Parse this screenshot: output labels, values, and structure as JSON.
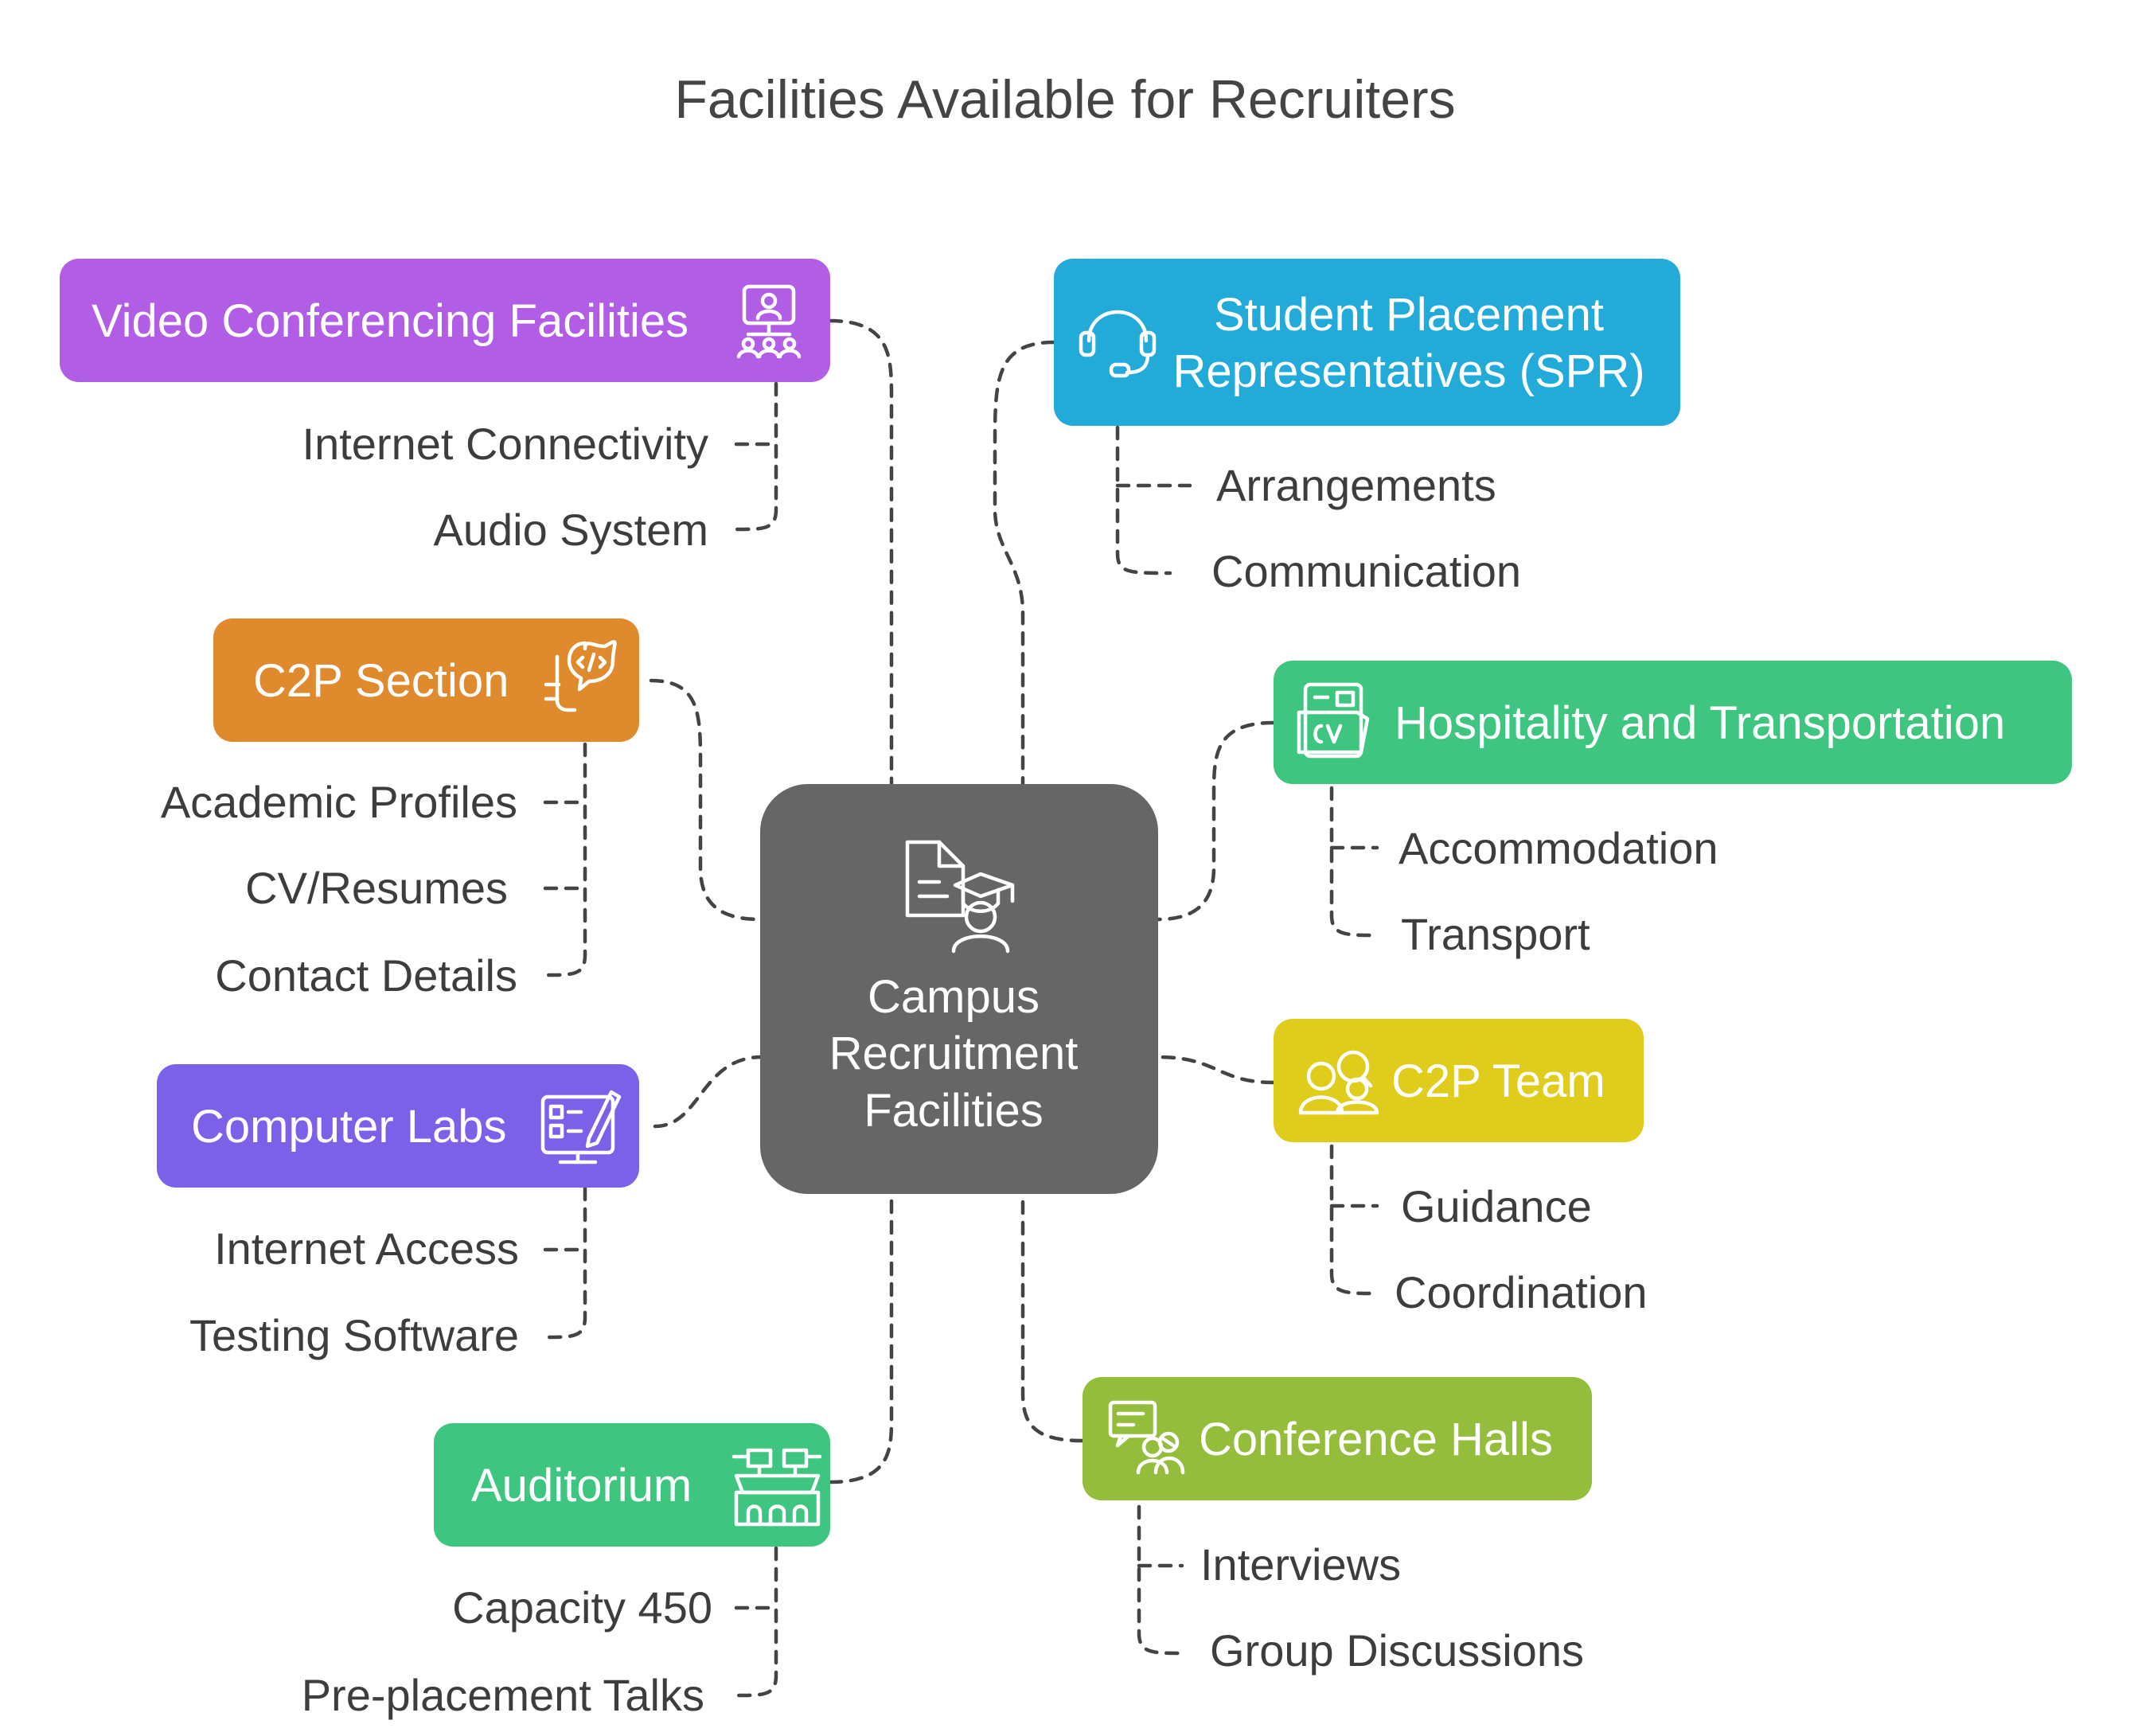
{
  "title": "Facilities Available for Recruiters",
  "center": {
    "lines": [
      "Campus",
      "Recruitment",
      "Facilities"
    ],
    "color": "#666666",
    "icon": "graduate-document-icon"
  },
  "nodes": {
    "video": {
      "label": "Video Conferencing Facilities",
      "color": "#b25de6",
      "icon": "video-call-icon",
      "items": [
        "Internet Connectivity",
        "Audio System"
      ]
    },
    "c2p_section": {
      "label": "C2P Section",
      "color": "#e08a2e",
      "icon": "code-chat-icon",
      "items": [
        "Academic Profiles",
        "CV/Resumes",
        "Contact Details"
      ]
    },
    "labs": {
      "label": "Computer Labs",
      "color": "#7b61e8",
      "icon": "computer-edit-icon",
      "items": [
        "Internet Access",
        "Testing Software"
      ]
    },
    "auditorium": {
      "label": "Auditorium",
      "color": "#3ec57f",
      "icon": "auditorium-icon",
      "items": [
        "Capacity 450",
        "Pre-placement Talks"
      ]
    },
    "spr": {
      "label_lines": [
        "Student Placement",
        "Representatives (SPR)"
      ],
      "color": "#22aad8",
      "icon": "headset-icon",
      "items": [
        "Arrangements",
        "Communication"
      ]
    },
    "hospitality": {
      "label": "Hospitality and Transportation",
      "color": "#3ec57f",
      "icon": "cv-card-icon",
      "items": [
        "Accommodation",
        "Transport"
      ]
    },
    "c2p_team": {
      "label": "C2P Team",
      "color": "#e0cc1a",
      "icon": "team-icon",
      "items": [
        "Guidance",
        "Coordination"
      ]
    },
    "halls": {
      "label": "Conference Halls",
      "color": "#93bd3a",
      "icon": "meeting-icon",
      "items": [
        "Interviews",
        "Group Discussions"
      ]
    }
  }
}
